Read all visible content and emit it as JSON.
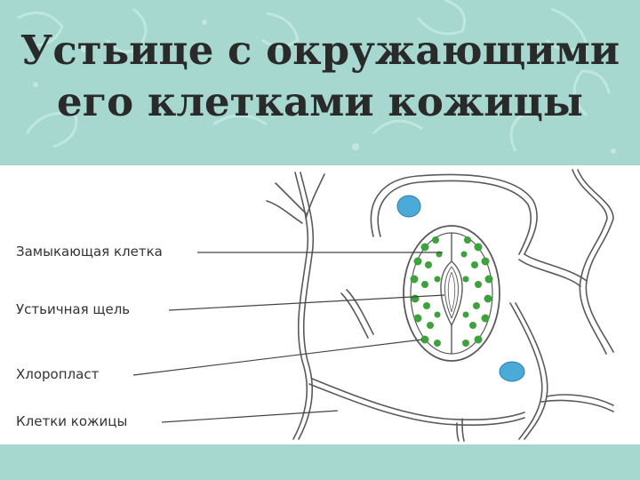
{
  "title": {
    "line1": "Устьице с окружающими",
    "line2": "его клетками кожицы"
  },
  "labels": {
    "guard_cell": "Замыкающая клетка",
    "stomatal_pore": "Устьичная щель",
    "chloroplast": "Хлоропласт",
    "epidermal_cells": "Клетки кожицы"
  },
  "colors": {
    "background": "#a6d8d0",
    "cell_wall": "#5a5a5a",
    "chloroplast": "#3aa33a",
    "nucleus": "#4aaad8"
  }
}
